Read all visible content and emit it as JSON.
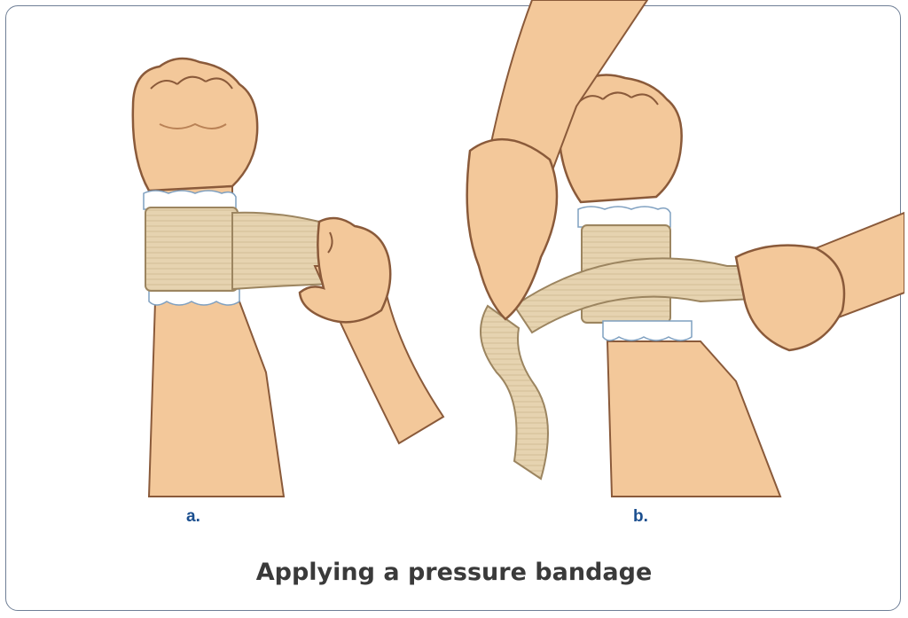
{
  "figure": {
    "caption": "Applying a pressure bandage",
    "panels": [
      {
        "label": "a."
      },
      {
        "label": "b."
      }
    ]
  },
  "colors": {
    "skin": "#f3c89a",
    "skin_shadow": "#d9a16f",
    "outline": "#8a5a3a",
    "bandage": "#e6d3b0",
    "bandage_shadow": "#c9b18a",
    "padding": "#ffffff",
    "label": "#1b4f8f",
    "border": "#6f7f96"
  }
}
